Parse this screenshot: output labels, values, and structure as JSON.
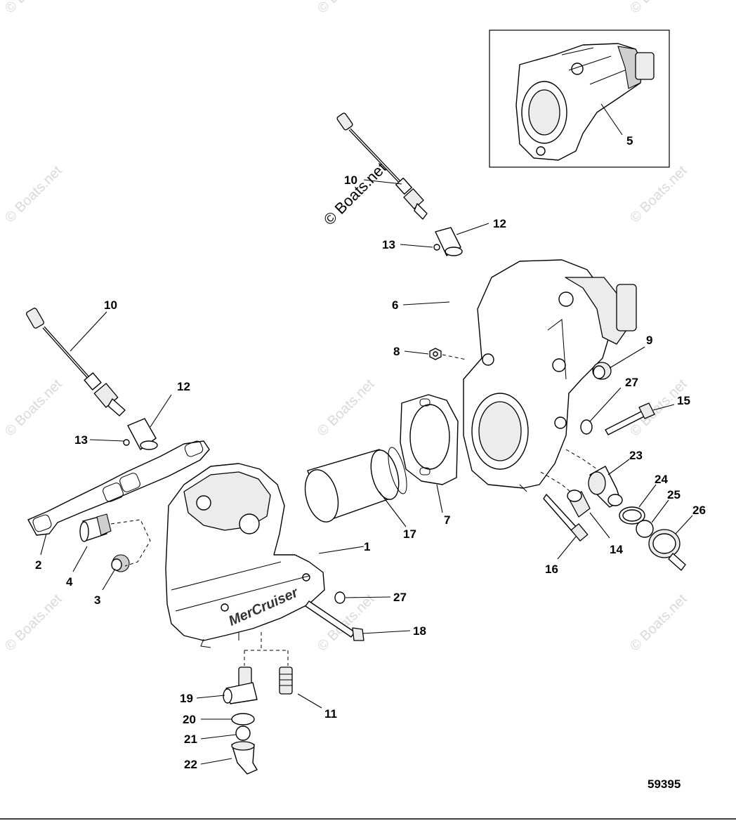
{
  "watermark": "© Boats.net",
  "figure_number": "59395",
  "callouts": [
    {
      "id": "c1",
      "label": "1"
    },
    {
      "id": "c2",
      "label": "2"
    },
    {
      "id": "c3",
      "label": "3"
    },
    {
      "id": "c4",
      "label": "4"
    },
    {
      "id": "c5",
      "label": "5"
    },
    {
      "id": "c6",
      "label": "6"
    },
    {
      "id": "c7",
      "label": "7"
    },
    {
      "id": "c8",
      "label": "8"
    },
    {
      "id": "c9",
      "label": "9"
    },
    {
      "id": "c10a",
      "label": "10"
    },
    {
      "id": "c10b",
      "label": "10"
    },
    {
      "id": "c11",
      "label": "11"
    },
    {
      "id": "c12a",
      "label": "12"
    },
    {
      "id": "c12b",
      "label": "12"
    },
    {
      "id": "c13a",
      "label": "13"
    },
    {
      "id": "c13b",
      "label": "13"
    },
    {
      "id": "c14",
      "label": "14"
    },
    {
      "id": "c15",
      "label": "15"
    },
    {
      "id": "c16",
      "label": "16"
    },
    {
      "id": "c17",
      "label": "17"
    },
    {
      "id": "c18",
      "label": "18"
    },
    {
      "id": "c19",
      "label": "19"
    },
    {
      "id": "c20",
      "label": "20"
    },
    {
      "id": "c21",
      "label": "21"
    },
    {
      "id": "c22",
      "label": "22"
    },
    {
      "id": "c23",
      "label": "23"
    },
    {
      "id": "c24",
      "label": "24"
    },
    {
      "id": "c25",
      "label": "25"
    },
    {
      "id": "c26",
      "label": "26"
    },
    {
      "id": "c27a",
      "label": "27"
    },
    {
      "id": "c27b",
      "label": "27"
    }
  ],
  "brand_logo_text": "MerCruiser"
}
